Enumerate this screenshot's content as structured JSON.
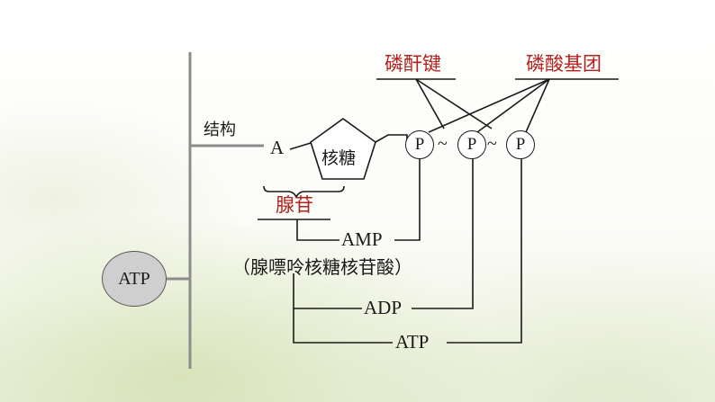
{
  "atp_node": "ATP",
  "structure_label": "结构",
  "adenine": "A",
  "ribose": "核糖",
  "phosphates": [
    "P",
    "P",
    "P"
  ],
  "tilde": "~",
  "bond_label": "磷酐键",
  "group_label": "磷酸基团",
  "adenosine_label": "腺苷",
  "amp": "AMP",
  "amp_name": "（腺嘌呤核糖核苷酸）",
  "adp": "ADP",
  "atp": "ATP"
}
